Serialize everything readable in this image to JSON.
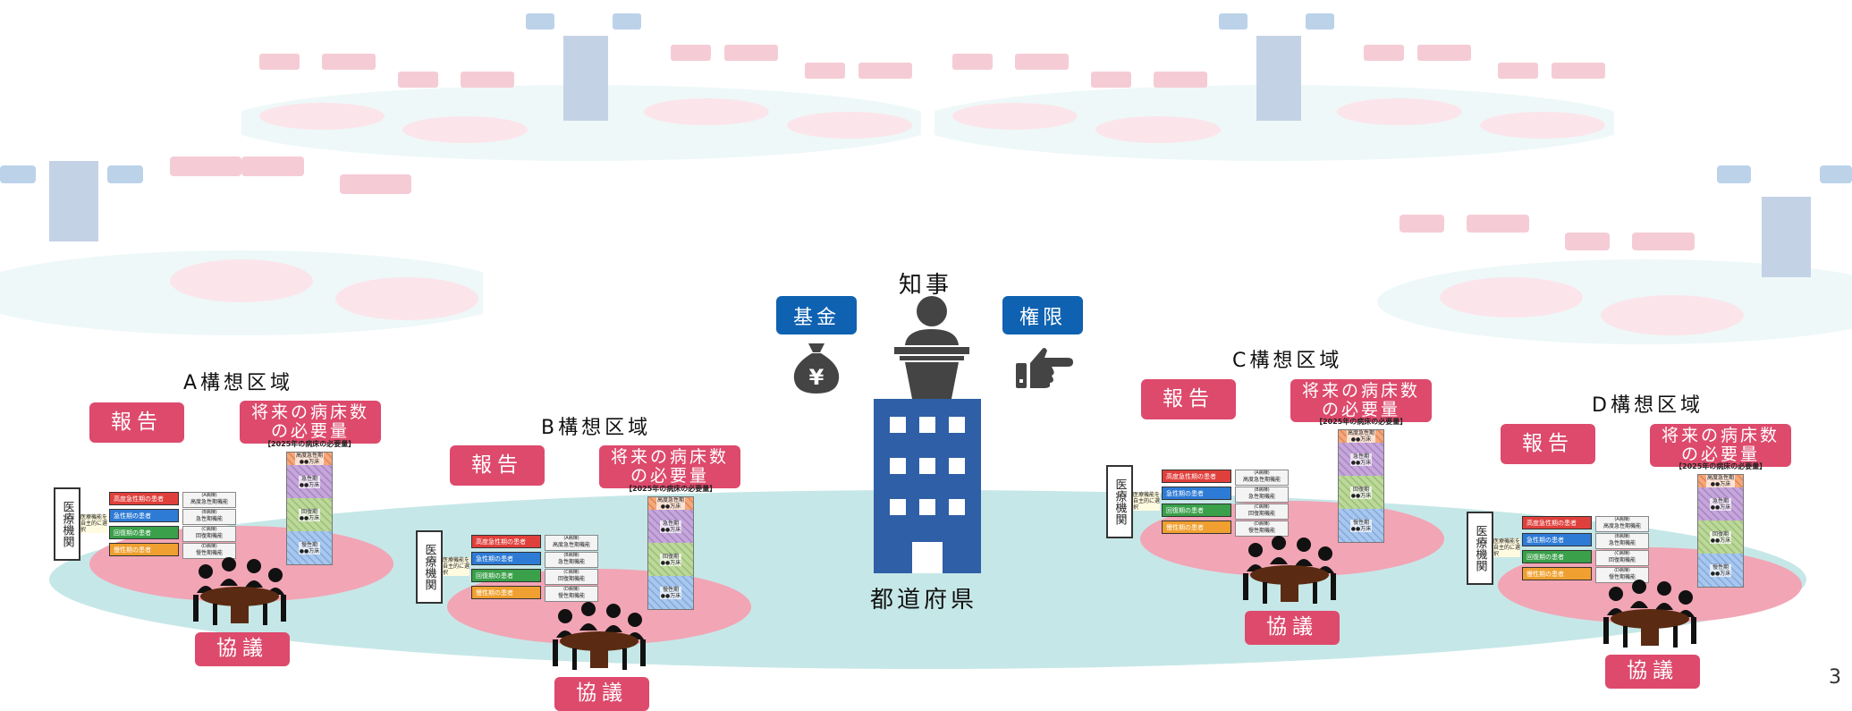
{
  "center": {
    "governor_label": "知事",
    "building_label": "都道府県",
    "fund_label": "基金",
    "authority_label": "権限",
    "yen_symbol": "¥"
  },
  "regions": [
    {
      "name": "A構想区域",
      "report_label": "報告",
      "beds_label": "将来の病床数\nの必要量",
      "discuss_label": "協議"
    },
    {
      "name": "B構想区域",
      "report_label": "報告",
      "beds_label": "将来の病床数\nの必要量",
      "discuss_label": "協議"
    },
    {
      "name": "C構想区域",
      "report_label": "報告",
      "beds_label": "将来の病床数\nの必要量",
      "discuss_label": "協議"
    },
    {
      "name": "D構想区域",
      "report_label": "報告",
      "beds_label": "将来の病床数\nの必要量",
      "discuss_label": "協議"
    }
  ],
  "mini": {
    "institution_label": "医療機関",
    "choice_label": "医療機能を自主的に選択",
    "need_title": "【2025年の病床の必要量】",
    "rows": [
      {
        "patient": "高度急性期の患者",
        "func_a": "(A病棟)",
        "func_b": "高度急性期機能"
      },
      {
        "patient": "急性期の患者",
        "func_a": "(B病棟)",
        "func_b": "急性期機能"
      },
      {
        "patient": "回復期の患者",
        "func_a": "(C病棟)",
        "func_b": "回復期機能"
      },
      {
        "patient": "慢性期の患者",
        "func_a": "(D病棟)",
        "func_b": "慢性期機能"
      }
    ],
    "stack": [
      {
        "label": "高度急性期\n●●万床"
      },
      {
        "label": "急性期\n●●万床"
      },
      {
        "label": "回復期\n●●万床"
      },
      {
        "label": "慢性期\n●●万床"
      }
    ]
  },
  "page_number": "3",
  "colors": {
    "pink": "#dd4a6c",
    "blue": "#0f62b1",
    "building": "#2f5fa7",
    "teal": "#c6e7e7",
    "ellipse_pink": "#f2a5b5"
  }
}
